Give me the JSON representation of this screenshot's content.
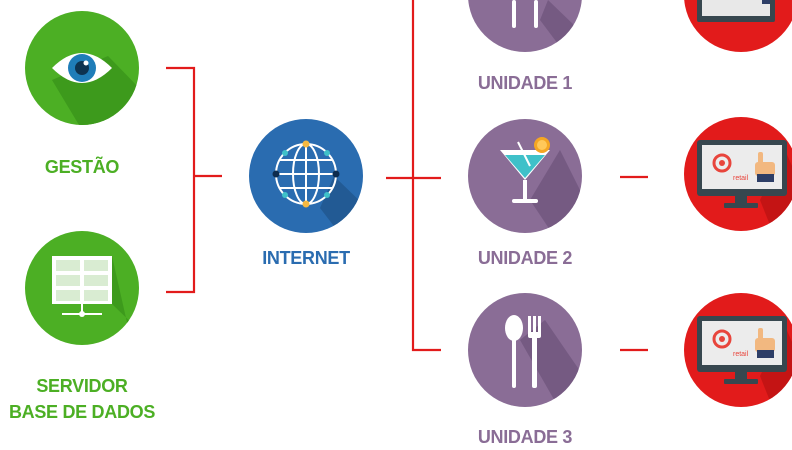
{
  "nodes": {
    "gestao": {
      "label": "GESTÃO"
    },
    "servidor": {
      "label_line1": "SERVIDOR",
      "label_line2": "BASE DE DADOS"
    },
    "internet": {
      "label": "INTERNET"
    },
    "unidade1": {
      "label": "UNIDADE 1"
    },
    "unidade2": {
      "label": "UNIDADE 2"
    },
    "unidade3": {
      "label": "UNIDADE 3"
    },
    "terminal_brand": "retail"
  },
  "colors": {
    "green": "#4caf24",
    "blue": "#2a6cb0",
    "purple": "#8a6d96",
    "red": "#e21b1b",
    "connector": "#e21b1b"
  }
}
